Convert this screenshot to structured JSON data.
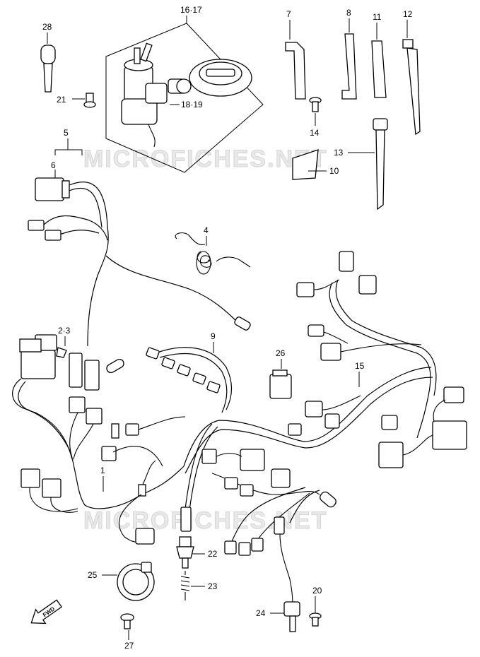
{
  "watermark": "MICROFICHES.NET",
  "fwd_label": "FWD",
  "callouts": [
    {
      "id": "c1",
      "text": "1"
    },
    {
      "id": "c23",
      "text": "2·3"
    },
    {
      "id": "c4",
      "text": "4"
    },
    {
      "id": "c5",
      "text": "5"
    },
    {
      "id": "c6",
      "text": "6"
    },
    {
      "id": "c7",
      "text": "7"
    },
    {
      "id": "c8",
      "text": "8"
    },
    {
      "id": "c9",
      "text": "9"
    },
    {
      "id": "c10",
      "text": "10"
    },
    {
      "id": "c11",
      "text": "11"
    },
    {
      "id": "c12",
      "text": "12"
    },
    {
      "id": "c13",
      "text": "13"
    },
    {
      "id": "c14",
      "text": "14"
    },
    {
      "id": "c15",
      "text": "15"
    },
    {
      "id": "c1617",
      "text": "16·17"
    },
    {
      "id": "c1819",
      "text": "18·19"
    },
    {
      "id": "c20",
      "text": "20"
    },
    {
      "id": "c21",
      "text": "21"
    },
    {
      "id": "c22",
      "text": "22"
    },
    {
      "id": "c23b",
      "text": "23"
    },
    {
      "id": "c24",
      "text": "24"
    },
    {
      "id": "c25",
      "text": "25"
    },
    {
      "id": "c26",
      "text": "26"
    },
    {
      "id": "c27",
      "text": "27"
    },
    {
      "id": "c28",
      "text": "28"
    }
  ]
}
